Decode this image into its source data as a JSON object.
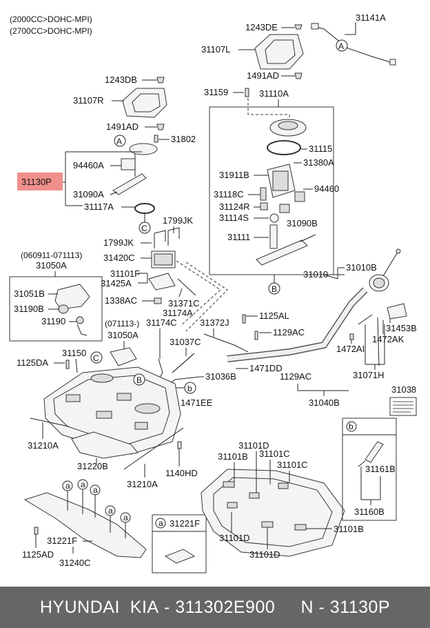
{
  "header": {
    "line1": "(2000CC>DOHC-MPI)",
    "line2": "(2700CC>DOHC-MPI)"
  },
  "highlight": "31130P",
  "labels": {
    "l1243DE": "1243DE",
    "l31141A": "31141A",
    "l31107L": "31107L",
    "l1491AD_t": "1491AD",
    "l31159": "31159",
    "l31110A": "31110A",
    "l1243DB": "1243DB",
    "l31107R": "31107R",
    "l1491AD_l": "1491AD",
    "l31802": "31802",
    "l94460A": "94460A",
    "l31090A": "31090A",
    "l31117A": "31117A",
    "l31115": "31115",
    "l31380A": "31380A",
    "l31911B": "31911B",
    "l94460": "94460",
    "l31118C": "31118C",
    "l31124R": "31124R",
    "l31114S": "31114S",
    "l31090B": "31090B",
    "l31111": "31111",
    "l1799JK_a": "1799JK",
    "l1799JK_b": "1799JK",
    "l31420C": "31420C",
    "l31101F": "31101F",
    "l31425A": "31425A",
    "l1338AC": "1338AC",
    "l31371C": "31371C",
    "l31010B": "31010B",
    "l31010": "31010",
    "lDate1": "(060911-071113)",
    "l31050A_a": "31050A",
    "l31051B": "31051B",
    "l31190B": "31190B",
    "l31190": "31190",
    "l31174A": "31174A",
    "lDate2": "(071113-)",
    "l31174C": "31174C",
    "l31372J": "31372J",
    "l1125AL": "1125AL",
    "l31050A_b": "31050A",
    "l31037C": "31037C",
    "l1129AC_a": "1129AC",
    "l31453B": "31453B",
    "l1472AK": "1472AK",
    "l1125DA": "1125DA",
    "l31150": "31150",
    "l1471DD": "1471DD",
    "l1472AI": "1472AI",
    "l31036B": "31036B",
    "l1129AC_b": "1129AC",
    "l31071H": "31071H",
    "l1471EE": "1471EE",
    "l31040B": "31040B",
    "l31038": "31038",
    "l31210A_a": "31210A",
    "l31101D_a": "31101D",
    "l31101B_a": "31101B",
    "l31101C_a": "31101C",
    "l31101C_b": "31101C",
    "l31220B": "31220B",
    "l1140HD": "1140HD",
    "l31210A_b": "31210A",
    "l31161B": "31161B",
    "l31160B": "31160B",
    "l31221F_box": "31221F",
    "l31101D_b": "31101D",
    "l31101B_b": "31101B",
    "l31101D_c": "31101D",
    "l1125AD": "1125AD",
    "l31221F": "31221F",
    "l31240C": "31240C"
  },
  "callouts": {
    "A": "A",
    "B": "B",
    "C": "C",
    "a": "a",
    "b": "b"
  },
  "footer": {
    "brand": "HYUNDAI  KIA",
    "part_number": "311302E900",
    "code": "N - 31130P"
  }
}
